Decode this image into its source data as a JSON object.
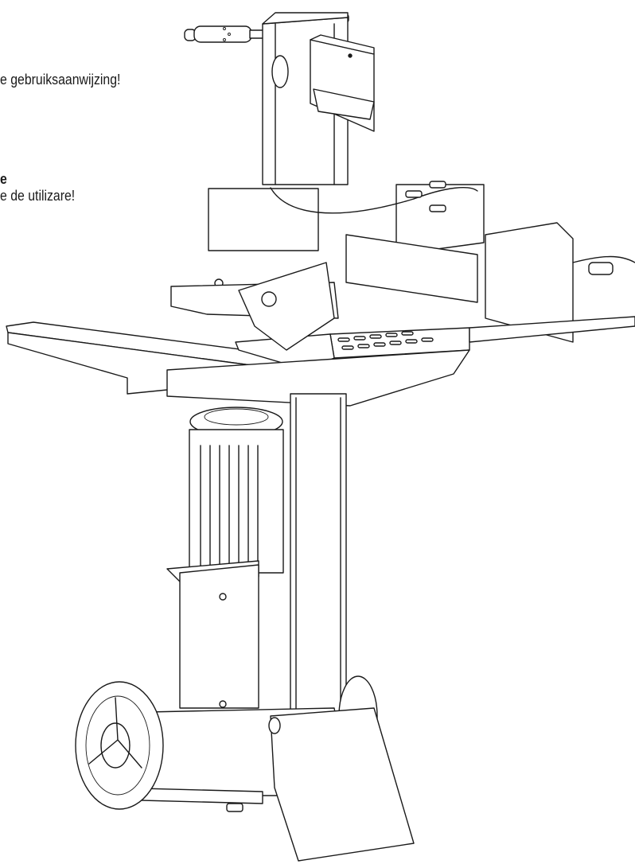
{
  "page": {
    "text_lines": {
      "nl_line": "e gebruiksaanwijzing!",
      "ro_heading": "e",
      "ro_line": "e de utilizare!"
    }
  },
  "illustration": {
    "subject": "log-splitter-line-drawing",
    "line_color": "#1a1a1a",
    "background_color": "#ffffff"
  }
}
